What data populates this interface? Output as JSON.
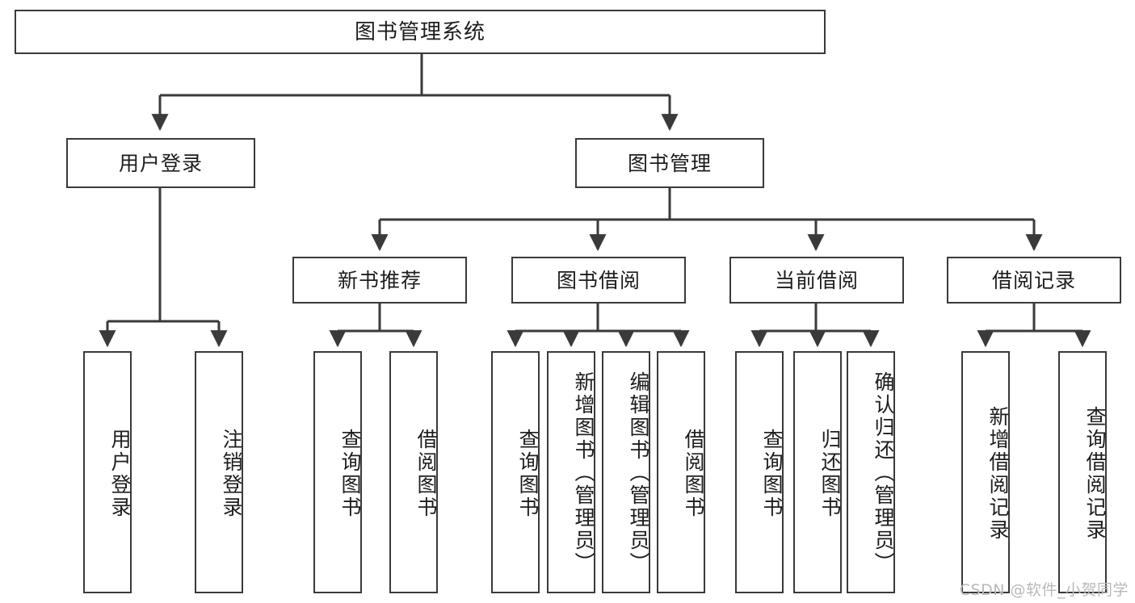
{
  "diagram": {
    "title": "图书管理系统",
    "type": "tree-hierarchy",
    "watermark": "CSDN @软件_小贺同学",
    "colors": {
      "stroke": "#3a3a3a",
      "text": "#1d1d1d",
      "background": "#ffffff",
      "watermark": "#b9b9b9"
    }
  },
  "nodes": {
    "root": {
      "label": "图书管理系统"
    },
    "level1": [
      {
        "label": "用户登录"
      },
      {
        "label": "图书管理"
      }
    ],
    "level2": [
      {
        "label": "新书推荐"
      },
      {
        "label": "图书借阅"
      },
      {
        "label": "当前借阅"
      },
      {
        "label": "借阅记录"
      }
    ],
    "leaves_user_login": [
      {
        "label": "用户登录"
      },
      {
        "label": "注销登录"
      }
    ],
    "leaves_new_book": [
      {
        "label": "查询图书"
      },
      {
        "label": "借阅图书"
      }
    ],
    "leaves_borrow": [
      {
        "label": "查询图书"
      },
      {
        "label": "新增图书（管理员）"
      },
      {
        "label": "编辑图书（管理员）"
      },
      {
        "label": "借阅图书"
      }
    ],
    "leaves_current": [
      {
        "label": "查询图书"
      },
      {
        "label": "归还图书"
      },
      {
        "label": "确认归还（管理员）"
      }
    ],
    "leaves_records": [
      {
        "label": "新增借阅记录"
      },
      {
        "label": "查询借阅记录"
      }
    ]
  }
}
